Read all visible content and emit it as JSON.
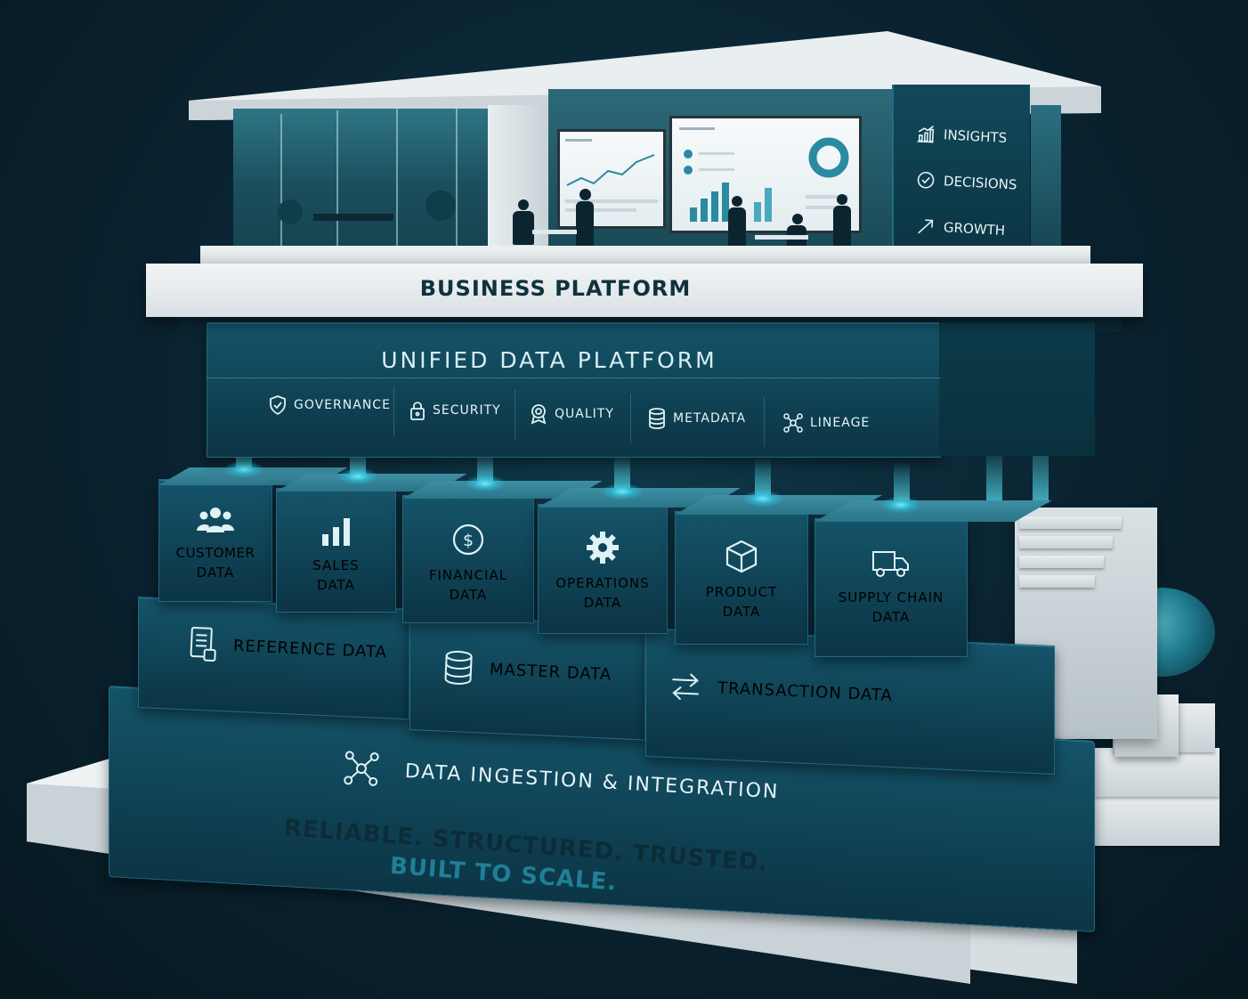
{
  "business_platform": {
    "title": "BUSINESS PLATFORM",
    "side_panel": [
      {
        "icon": "chart-trend-icon",
        "label": "INSIGHTS"
      },
      {
        "icon": "check-circle-icon",
        "label": "DECISIONS"
      },
      {
        "icon": "arrow-up-right-icon",
        "label": "GROWTH"
      }
    ]
  },
  "unified_platform": {
    "title": "UNIFIED DATA PLATFORM",
    "capabilities": [
      {
        "icon": "shield-check-icon",
        "label": "GOVERNANCE"
      },
      {
        "icon": "lock-icon",
        "label": "SECURITY"
      },
      {
        "icon": "award-icon",
        "label": "QUALITY"
      },
      {
        "icon": "database-icon",
        "label": "METADATA"
      },
      {
        "icon": "network-icon",
        "label": "LINEAGE"
      }
    ]
  },
  "domain_blocks": [
    {
      "icon": "users-icon",
      "line1": "CUSTOMER",
      "line2": "DATA"
    },
    {
      "icon": "bar-chart-icon",
      "line1": "SALES",
      "line2": "DATA"
    },
    {
      "icon": "dollar-icon",
      "line1": "FINANCIAL",
      "line2": "DATA"
    },
    {
      "icon": "gear-icon",
      "line1": "OPERATIONS",
      "line2": "DATA"
    },
    {
      "icon": "cube-icon",
      "line1": "PRODUCT",
      "line2": "DATA"
    },
    {
      "icon": "truck-icon",
      "line1": "SUPPLY CHAIN",
      "line2": "DATA"
    }
  ],
  "data_layers": [
    {
      "icon": "document-list-icon",
      "label": "REFERENCE DATA"
    },
    {
      "icon": "database-icon",
      "label": "MASTER DATA"
    },
    {
      "icon": "swap-arrows-icon",
      "label": "TRANSACTION DATA"
    }
  ],
  "ingestion": {
    "icon": "network-icon",
    "label": "DATA INGESTION & INTEGRATION"
  },
  "tagline": {
    "line1": "RELIABLE. STRUCTURED. TRUSTED.",
    "line2": "BUILT TO SCALE."
  },
  "colors": {
    "teal": "#0f4153",
    "accent": "#5fe3f5",
    "tagline_dark": "#0d2c38",
    "tagline_accent": "#1f7f96"
  }
}
